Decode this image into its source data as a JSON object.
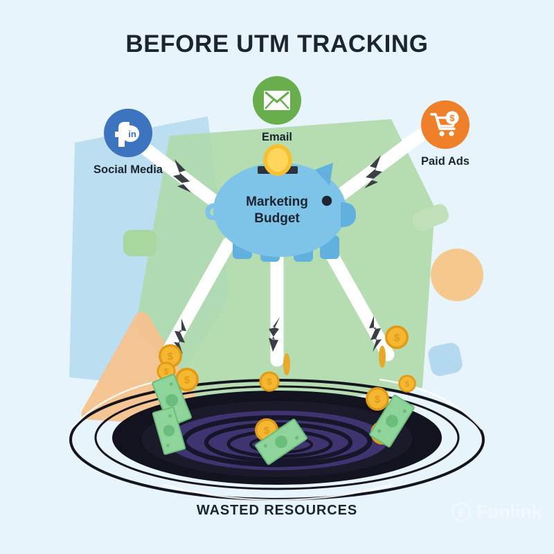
{
  "title": "BEFORE UTM TRACKING",
  "footer_label": "WASTED RESOURCES",
  "center_node": {
    "name": "piggy-bank",
    "label_line1": "Marketing",
    "label_line2": "Budget",
    "color": "#7ec3e8",
    "color_dark": "#62b0dd",
    "coin_color": "#f5c132"
  },
  "channels": [
    {
      "id": "social",
      "label": "Social Media",
      "icon": "facebook-linkedin-icon",
      "color": "#3c74c0"
    },
    {
      "id": "email",
      "label": "Email",
      "icon": "envelope-icon",
      "color": "#69ae4d"
    },
    {
      "id": "paidads",
      "label": "Paid Ads",
      "icon": "shopping-cart-dollar-icon",
      "color": "#ef7f28"
    }
  ],
  "pipes": {
    "count": 5,
    "color": "#ffffff",
    "crack_color": "#3a3f45",
    "description": "leaking pipes from marketing budget"
  },
  "drain": {
    "name": "money-drain-vortex",
    "outer_color": "#13131f",
    "inner_color": "#3f3470",
    "ring_color": "#1a1a28"
  },
  "money": {
    "coin_color": "#f5b731",
    "coin_rim_color": "#e09a14",
    "coin_symbol": "$",
    "bill_color": "#8fd49b",
    "bill_detail_color": "#6bbd7c",
    "coin_count": 12,
    "bill_count": 4
  },
  "background": {
    "base_color": "#e8f4fc",
    "green_polygon": "#aed9a7",
    "blue_polygon": "#b8dcf0",
    "orange_triangle": "#f5c28e",
    "orange_circle": "#f5c98e",
    "accent_square_green": "#a8d79f",
    "accent_square_blue": "#b4d8ef"
  },
  "watermark": {
    "brand": "Funlink",
    "icon": "funlink-f-logo-icon"
  },
  "colors": {
    "text_dark": "#1c2430",
    "social_blue": "#3c74c0",
    "email_green": "#69ae4d",
    "ads_orange": "#ef7f28"
  }
}
